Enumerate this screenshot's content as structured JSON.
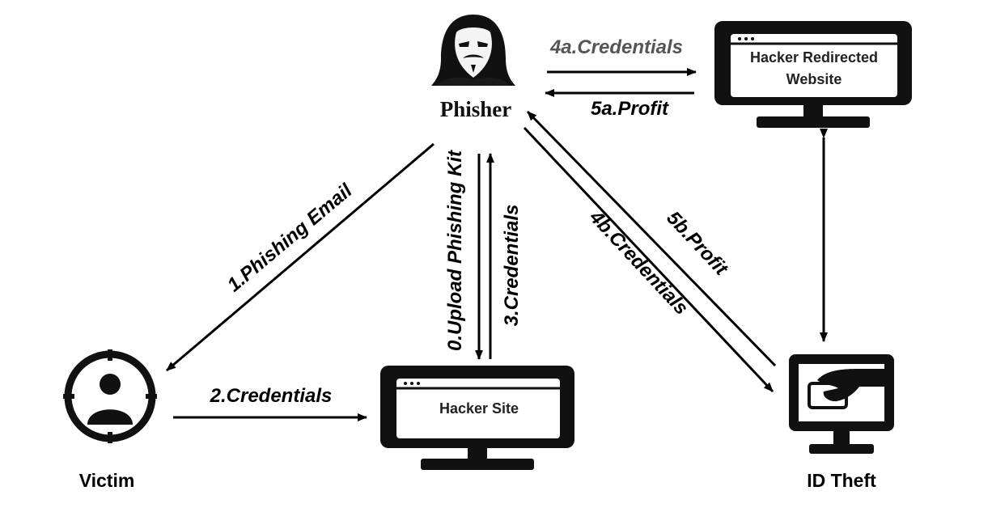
{
  "nodes": {
    "phisher": "Phisher",
    "victim": "Victim",
    "hacker_site": "Hacker Site",
    "redirected_line1": "Hacker Redirected",
    "redirected_line2": "Website",
    "id_theft": "ID Theft"
  },
  "edges": {
    "e0": "0.Upload Phishing Kit",
    "e1": "1.Phishing Email",
    "e2": "2.Credentials",
    "e3": "3.Credentials",
    "e4a": "4a.Credentials",
    "e5a": "5a.Profit",
    "e4b": "4b.Credentials",
    "e5b": "5b.Profit"
  },
  "colors": {
    "ink": "#000000",
    "faded_label": "#555555",
    "screen_inner": "#ffffff",
    "monitor_body": "#111111"
  },
  "icons": {
    "phisher": "hooded-anonymous-mask-icon",
    "victim": "target-user-icon",
    "hacker_site": "monitor-browser-icon",
    "redirected": "monitor-browser-icon",
    "id_theft": "monitor-hand-card-icon"
  }
}
